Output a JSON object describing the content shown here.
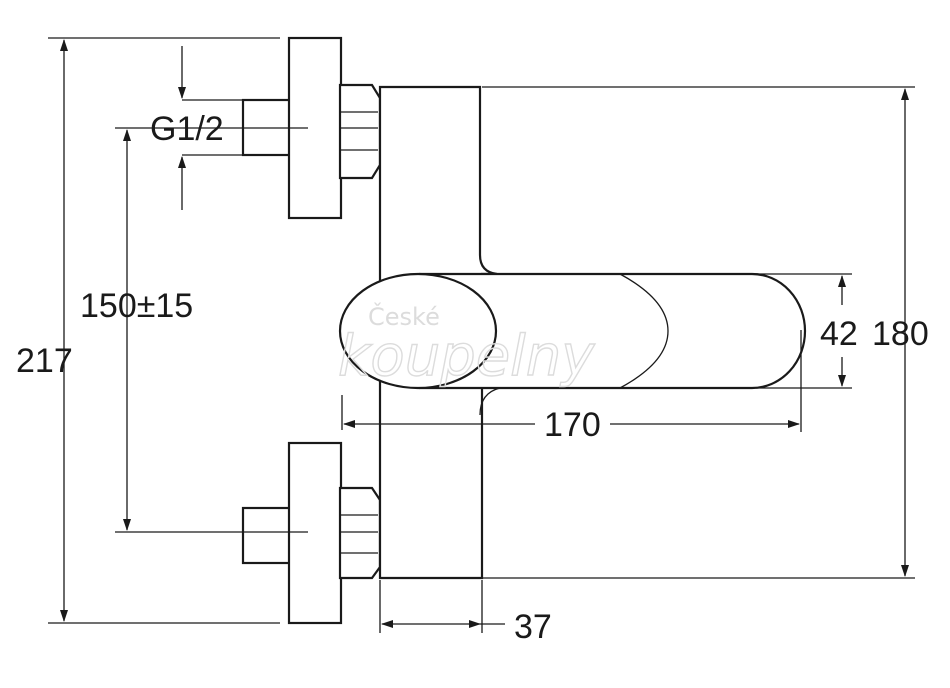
{
  "dimensions": {
    "thread": "G1/2",
    "spacing": "150±15",
    "total_height": "217",
    "body_height": "180",
    "handle_height": "42",
    "handle_length": "170",
    "projection": "37"
  },
  "watermark": {
    "line1": "České",
    "line2": "koupelny"
  },
  "colors": {
    "ink": "#1a1a1a",
    "background": "#ffffff",
    "watermark": "#dcdcdc"
  }
}
